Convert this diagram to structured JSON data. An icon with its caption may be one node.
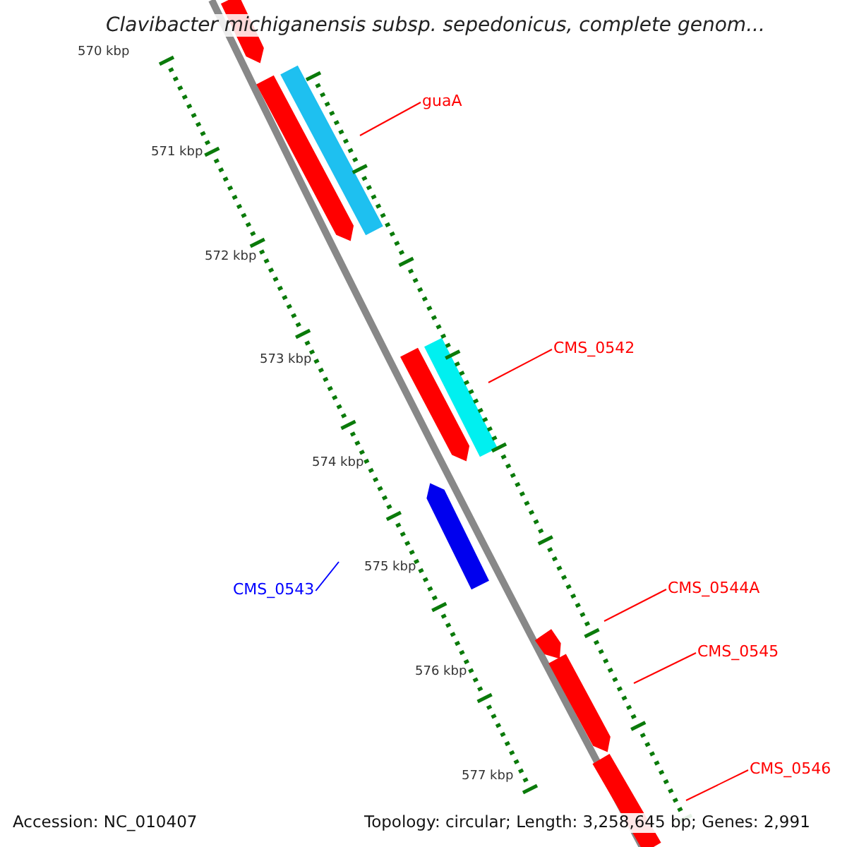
{
  "diagram": {
    "title": "Clavibacter michiganensis subsp. sepedonicus, complete genom...",
    "nodes": [
      {
        "text": [
          "guaA"
        ]
      },
      {
        "text": [
          "CMS_0542"
        ]
      },
      {
        "text": [
          "CMS_0543"
        ]
      },
      {
        "text": [
          "CMS_0544A"
        ]
      },
      {
        "text": [
          "CMS_0545"
        ]
      },
      {
        "text": [
          "CMS_0546"
        ]
      }
    ],
    "edges": [
      {
        "from": 0,
        "to": null,
        "arrow": "none"
      },
      {
        "from": 1,
        "to": null,
        "arrow": "none"
      },
      {
        "from": 2,
        "to": null,
        "arrow": "none",
        "color": "#0000ff"
      },
      {
        "from": 3,
        "to": null,
        "arrow": "none"
      },
      {
        "from": 4,
        "to": null,
        "arrow": "none"
      },
      {
        "from": 5,
        "to": null,
        "arrow": "none"
      }
    ],
    "labels": [
      "570 kbp",
      "571 kbp",
      "572 kbp",
      "573 kbp",
      "574 kbp",
      "575 kbp",
      "576 kbp",
      "577 kbp",
      "Accession: NC_010407",
      "Topology: circular; Length: 3,258,645 bp; Genes: 2,991"
    ]
  }
}
